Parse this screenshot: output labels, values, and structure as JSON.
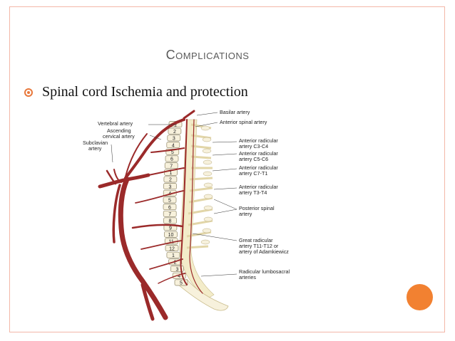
{
  "slide": {
    "title_first": "C",
    "title_rest": "OMPLICATIONS",
    "bullet": "Spinal cord Ischemia and protection"
  },
  "diagram": {
    "labels_left": {
      "vertebral": "Vertebral artery",
      "ascending_1": "Ascending",
      "ascending_2": "cervical artery",
      "subclavian_1": "Subclavian",
      "subclavian_2": "artery"
    },
    "labels_right": {
      "basilar": "Basilar artery",
      "anterior_spinal": "Anterior spinal artery",
      "ar_c3c4_1": "Anterior radicular",
      "ar_c3c4_2": "artery C3-C4",
      "ar_c5c6_1": "Anterior radicular",
      "ar_c5c6_2": "artery C5-C6",
      "ar_c7t1_1": "Anterior radicular",
      "ar_c7t1_2": "artery C7-T1",
      "ar_t3t4_1": "Anterior radicular",
      "ar_t3t4_2": "artery T3-T4",
      "post_spinal_1": "Posterior spinal",
      "post_spinal_2": "artery",
      "great_1": "Great radicular",
      "great_2": "artery T11-T12 or",
      "great_3": "artery of Adamkiewicz",
      "radicular_1": "Radicular lumbosacral",
      "radicular_2": "arteries"
    },
    "vertebra_numbers": [
      "1",
      "2",
      "3",
      "4",
      "5",
      "6",
      "7",
      "1",
      "2",
      "3",
      "4",
      "5",
      "6",
      "7",
      "8",
      "9",
      "10",
      "11",
      "12",
      "1",
      "2",
      "3",
      "4",
      "5"
    ],
    "colors": {
      "artery": "#9b2a2a",
      "vertebra": "#f7f1dc",
      "cord": "#f3ecc9",
      "accent": "#f28131"
    }
  }
}
